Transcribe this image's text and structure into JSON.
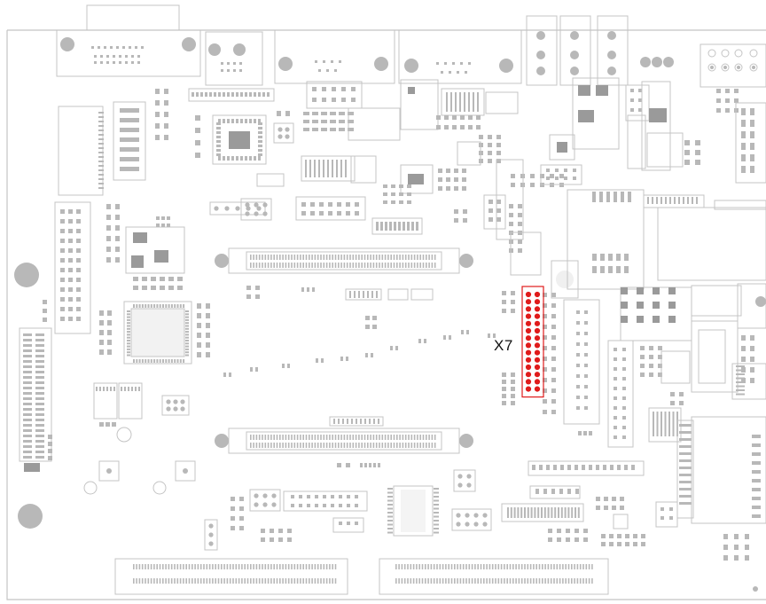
{
  "diagram": {
    "highlight_label": "X7",
    "colors": {
      "outline": "#c4c4c4",
      "fill_light": "#e6e6e6",
      "fill_mid": "#b8b8b8",
      "fill_dark": "#9a9a9a",
      "highlight_pin": "#e01b1b",
      "highlight_outline": "#e01b1b",
      "label_text": "#111111"
    },
    "highlight_connector": {
      "name": "X7",
      "rows": 14,
      "columns": 2
    }
  }
}
